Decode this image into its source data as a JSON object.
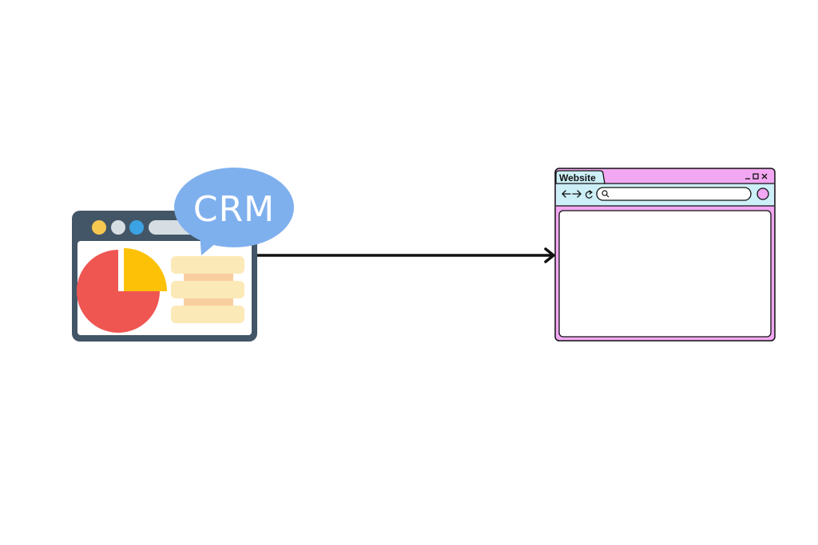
{
  "crm_icon": {
    "bubble_label": "CRM",
    "colors": {
      "window_frame": "#435667",
      "dot_yellow": "#F7C850",
      "dot_gray": "#D7DEE3",
      "dot_blue": "#3BA3E3",
      "bubble": "#7FB0EE",
      "pie_red": "#EF5652",
      "pie_yellow": "#FDC108",
      "rows_light": "#FBE9B7",
      "rows_peach": "#F9CE9F"
    }
  },
  "browser_window": {
    "tab_label": "Website",
    "colors": {
      "chrome": "#F2A7F2",
      "toolbar": "#CDEFF7",
      "outline": "#111111"
    },
    "icons": [
      "back-arrow-icon",
      "forward-arrow-icon",
      "reload-icon",
      "search-icon",
      "minimize-icon",
      "maximize-icon",
      "close-icon"
    ]
  },
  "connector": {
    "color": "#111111",
    "direction": "crm-to-website"
  }
}
